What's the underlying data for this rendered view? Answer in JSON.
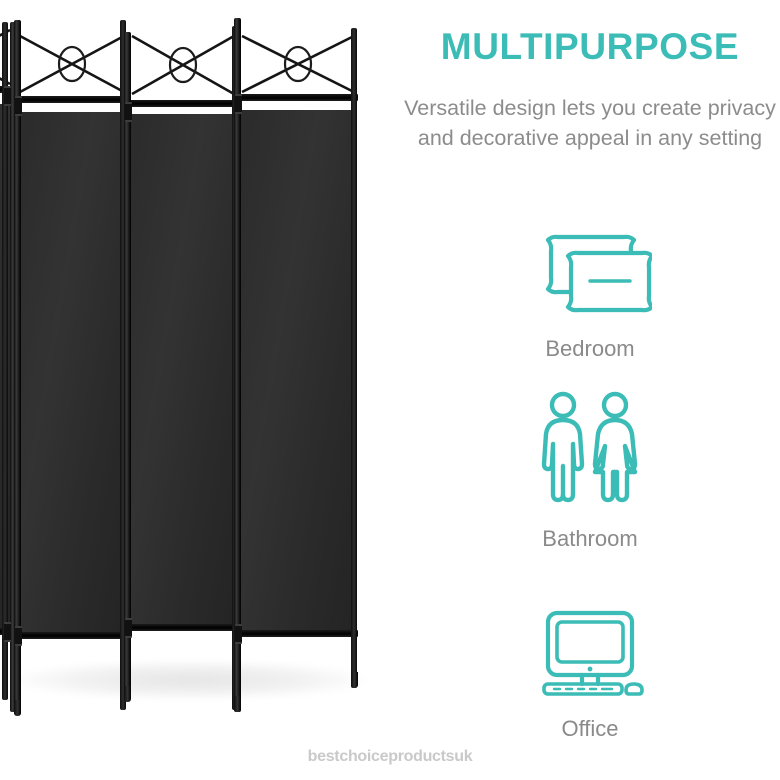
{
  "headline": "MULTIPURPOSE",
  "subhead": "Versatile design lets you create privacy and decorative appeal in any setting",
  "colors": {
    "accent_teal": "#3cbcb6",
    "body_gray": "#8c8c8c",
    "label_gray": "#8a8a8a",
    "watermark_gray": "#c9c9c9",
    "product_black": "#2b2b2b",
    "background": "#ffffff"
  },
  "features": [
    {
      "icon": "pillows-icon",
      "label": "Bedroom"
    },
    {
      "icon": "restroom-figures-icon",
      "label": "Bathroom"
    },
    {
      "icon": "desktop-computer-icon",
      "label": "Office"
    }
  ],
  "watermark": "bestchoiceproductsuk",
  "product": {
    "name": "folding-room-divider",
    "panel_count_visible": 4,
    "finish": "black"
  }
}
